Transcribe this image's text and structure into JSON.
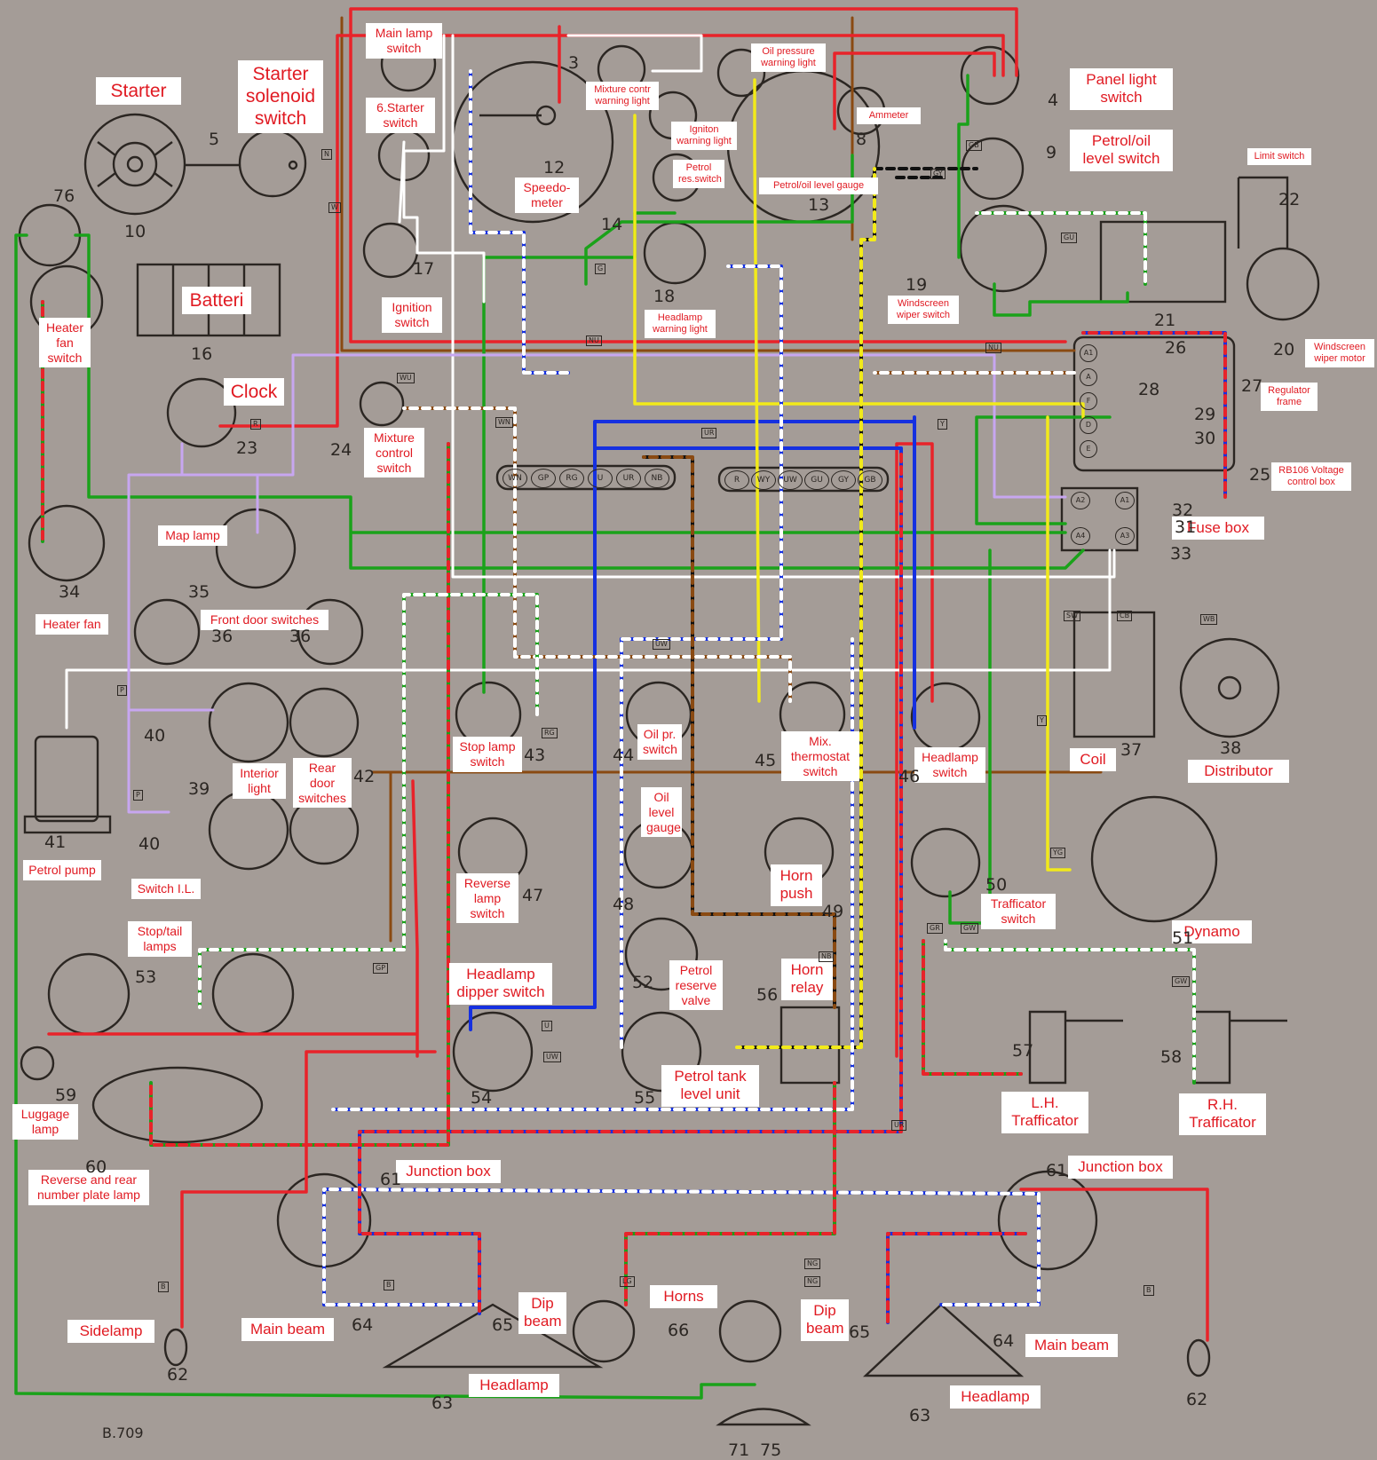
{
  "diagram_id": "B.709",
  "colors": {
    "paper": "#a49c97",
    "ink": "#2b2622",
    "label_text": "#e01a22",
    "label_bg": "#ffffff",
    "wire_red": "#e8232a",
    "wire_green": "#1aa21a",
    "wire_blue": "#1530e0",
    "wire_white": "#ffffff",
    "wire_yellow": "#f2ea1a",
    "wire_brown": "#8a4a12",
    "wire_black": "#111111",
    "wire_purple": "#c7a6f0"
  },
  "labels": {
    "starter": "Starter",
    "solenoid": "Starter\nsolenoid\nswitch",
    "main_lamp": "Main lamp\nswitch",
    "starter_switch": "6.Starter\nswitch",
    "mixture_warning": "Mixture contr\nwarning light",
    "oil_pressure": "Oil pressure\nwarning light",
    "ignition_warning": "Igniton\nwarning light",
    "petrol_res_switch": "Petrol\nres.switch",
    "ammeter": "Ammeter",
    "panel_light": "Panel light\nswitch",
    "petrol_oil_switch": "Petrol/oil\nlevel switch",
    "limit_switch": "Limit switch",
    "speedometer": "Speedo-\nmeter",
    "petrol_oil_gauge": "Petrol/oil level gauge",
    "batteri": "Batteri",
    "ignition_switch": "Ignition\nswitch",
    "headlamp_warning": "Headlamp\nwarning light",
    "wiper_switch": "Windscreen\nwiper switch",
    "wiper_motor": "Windscreen\nwiper motor",
    "heater_fan_switch": "Heater\nfan\nswitch",
    "clock": "Clock",
    "mixture_control": "Mixture\ncontrol\nswitch",
    "regulator_frame": "Regulator\nframe",
    "voltage_box": "RB106 Voltage\ncontrol box",
    "fuse_box": "Fuse box",
    "map_lamp": "Map lamp",
    "front_door": "Front door switches",
    "heater_fan": "Heater fan",
    "stop_lamp_switch": "Stop lamp\nswitch",
    "oil_pr_switch": "Oil pr.\nswitch",
    "mix_thermostat": "Mix.\nthermostat\nswitch",
    "headlamp_switch": "Headlamp\nswitch",
    "coil": "Coil",
    "distributor": "Distributor",
    "interior_light": "Interior\nlight",
    "rear_door": "Rear\ndoor\nswitches",
    "oil_level_gauge": "Oil\nlevel\ngauge",
    "horn_push": "Horn\npush",
    "petrol_pump": "Petrol pump",
    "switch_il": "Switch I.L.",
    "reverse_lamp_switch": "Reverse\nlamp\nswitch",
    "trafficator_switch": "Trafficator\nswitch",
    "dynamo": "Dynamo",
    "stop_tail": "Stop/tail\nlamps",
    "dipper_switch": "Headlamp\ndipper switch",
    "petrol_reserve": "Petrol\nreserve\nvalve",
    "horn_relay": "Horn\nrelay",
    "luggage_lamp": "Luggage\nlamp",
    "petrol_tank": "Petrol tank\nlevel unit",
    "lh_trafficator": "L.H.\nTrafficator",
    "rh_trafficator": "R.H.\nTrafficator",
    "reverse_plate": "Reverse and rear\nnumber plate lamp",
    "junction_box_l": "Junction box",
    "junction_box_r": "Junction box",
    "dip_beam_l": "Dip\nbeam",
    "horns": "Horns",
    "dip_beam_r": "Dip\nbeam",
    "sidelamp": "Sidelamp",
    "main_beam_l": "Main beam",
    "main_beam_r": "Main beam",
    "headlamp_l": "Headlamp",
    "headlamp_r": "Headlamp"
  },
  "terminal_codes": [
    "WN",
    "GP",
    "RG",
    "U",
    "UR",
    "NB",
    "R",
    "WY",
    "UW",
    "GU",
    "GY",
    "GB"
  ],
  "regulator_terminals": [
    "A1",
    "A",
    "F",
    "D",
    "E"
  ],
  "fuse_terminals": [
    "A2",
    "A1",
    "A4",
    "A3"
  ],
  "numbers": {
    "n76": "76",
    "n10": "10",
    "n5": "5",
    "n16": "16",
    "n23": "23",
    "n34": "34",
    "n35": "35",
    "n36a": "36",
    "n36b": "36",
    "n40a": "40",
    "n39": "39",
    "n40b": "40",
    "n41": "41",
    "n42": "42",
    "n24": "24",
    "n3": "3",
    "n12": "12",
    "n14": "14",
    "n17": "17",
    "n18": "18",
    "n8": "8",
    "n13": "13",
    "n4": "4",
    "n9": "9",
    "n19": "19",
    "n22": "22",
    "n21": "21",
    "n20": "20",
    "n26": "26",
    "n28": "28",
    "n29": "29",
    "n30": "30",
    "n27": "27",
    "n25": "25",
    "n32": "32",
    "n31": "31",
    "n33": "33",
    "n37": "37",
    "n38": "38",
    "n43": "43",
    "n44": "44",
    "n45": "45",
    "n46": "46",
    "n47": "47",
    "n48": "48",
    "n49": "49",
    "n50": "50",
    "n51": "51",
    "n52": "52",
    "n53": "53",
    "n54": "54",
    "n55": "55",
    "n56": "56",
    "n57": "57",
    "n58": "58",
    "n59": "59",
    "n60": "60",
    "n61a": "61",
    "n61b": "61",
    "n62a": "62",
    "n62b": "62",
    "n63a": "63",
    "n63b": "63",
    "n64a": "64",
    "n64b": "64",
    "n65a": "65",
    "n65b": "65",
    "n66": "66",
    "n71": "71",
    "n75": "75"
  },
  "wire_tags": {
    "t_n1": "N",
    "t_r1": "R",
    "t_w1": "W",
    "t_g1": "G",
    "t_nu1": "NU",
    "t_nu2": "NU",
    "t_wu": "WU",
    "t_wn": "WN",
    "t_ur": "UR",
    "t_gp": "GP",
    "t_uw": "UW",
    "t_gb": "GB",
    "t_gy": "GY",
    "t_gu": "GU",
    "t_yg": "YG",
    "t_sw": "SW",
    "t_cb": "CB",
    "t_wb": "WB",
    "t_y1": "Y",
    "t_y2": "Y",
    "t_gr": "GR",
    "t_gw1": "GW",
    "t_gw2": "GW",
    "t_nb": "NB",
    "t_ng1": "NG",
    "t_ng2": "NG",
    "t_b1": "B",
    "t_b2": "B",
    "t_b3": "B",
    "t_lg": "LG",
    "t_p1": "P",
    "t_p2": "P",
    "t_rg": "RG",
    "t_u1": "U",
    "t_uw2": "UW",
    "t_ur2": "UR"
  }
}
